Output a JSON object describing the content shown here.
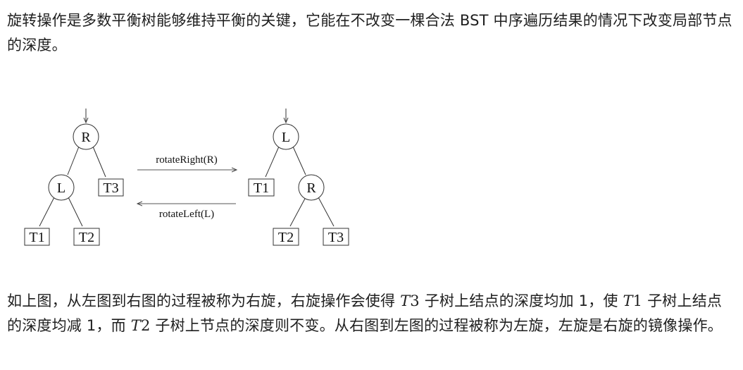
{
  "paragraphs": {
    "intro": "旋转操作是多数平衡树能够维持平衡的关键，它能在不改变一棵合法 BST 中序遍历结果的情况下改变局部节点的深度。",
    "explain": {
      "p1": "如上图，从左图到右图的过程被称为右旋，右旋操作会使得 ",
      "v1_var": "T",
      "v1_num": "3",
      "p2": " 子树上结点的深度均加 1，使 ",
      "v2_var": "T",
      "v2_num": "1",
      "p3": " 子树上结点的深度均减 1，而 ",
      "v3_var": "T",
      "v3_num": "2",
      "p4": " 子树上节点的深度则不变。从右图到左图的过程被称为左旋，左旋是右旋的镜像操作。"
    }
  },
  "diagram": {
    "left_tree": {
      "root": "R",
      "child": "L",
      "subtrees": [
        "T1",
        "T2",
        "T3"
      ]
    },
    "right_tree": {
      "root": "L",
      "child": "R",
      "subtrees": [
        "T1",
        "T2",
        "T3"
      ]
    },
    "arrows": {
      "right_rotation": "rotateRight(R)",
      "left_rotation": "rotateLeft(L)"
    }
  }
}
